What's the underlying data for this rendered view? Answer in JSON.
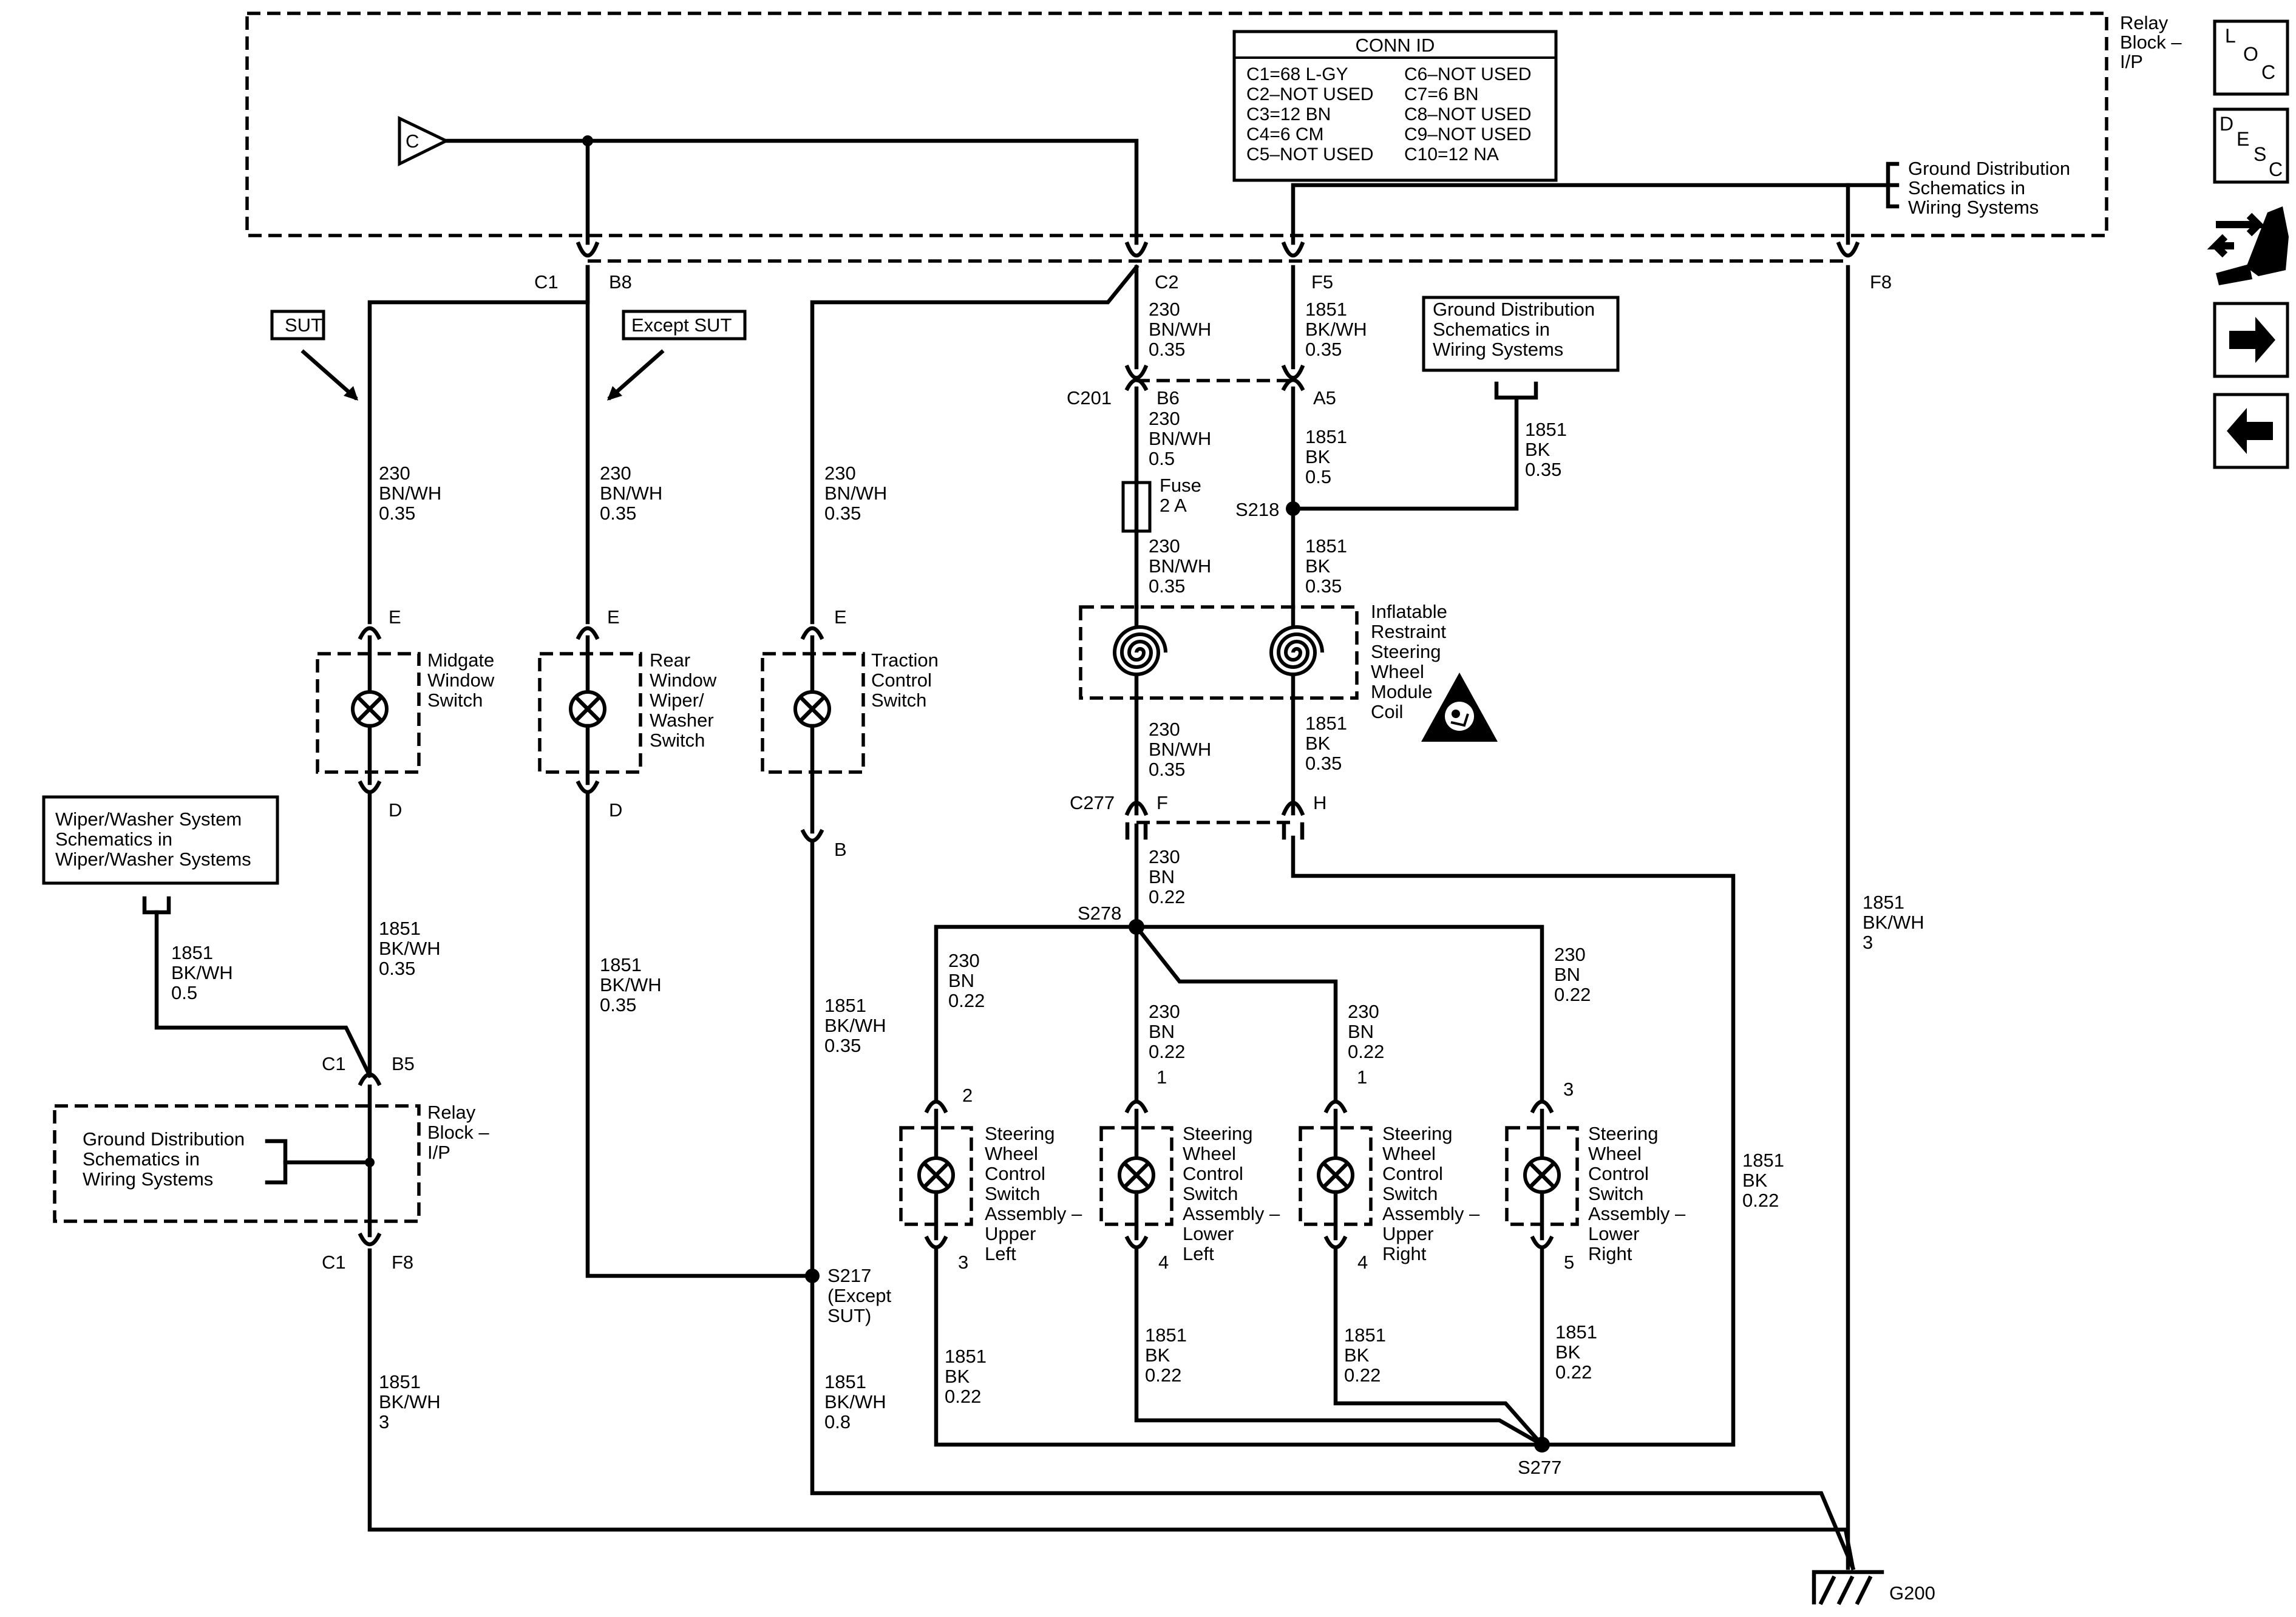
{
  "relay_block": {
    "label_lines": [
      "Relay",
      "Block –",
      "I/P"
    ],
    "input_label": "C"
  },
  "conn_id": {
    "header": "CONN ID",
    "left": [
      "C1=68 L-GY",
      "C2–NOT USED",
      "C3=12 BN",
      "C4=6 CM",
      "C5–NOT USED"
    ],
    "right": [
      "C6–NOT USED",
      "C7=6 BN",
      "C8–NOT USED",
      "C9–NOT USED",
      "C10=12 NA"
    ]
  },
  "references": {
    "ground_top": [
      "Ground Distribution",
      "Schematics in",
      "Wiring Systems"
    ],
    "ground_mid": [
      "Ground Distribution",
      "Schematics in",
      "Wiring Systems"
    ],
    "ground_left": [
      "Ground Distribution",
      "Schematics in",
      "Wiring Systems"
    ],
    "wiper_washer": [
      "Wiper/Washer System",
      "Schematics in",
      "Wiper/Washer Systems"
    ]
  },
  "option_tags": {
    "sut": "SUT",
    "except_sut": "Except SUT"
  },
  "connectors": {
    "c1": "C1",
    "b8": "B8",
    "c2": "C2",
    "f5": "F5",
    "f8": "F8",
    "c201": "C201",
    "b6": "B6",
    "a5": "A5",
    "c277": "C277",
    "f": "F",
    "h": "H",
    "b5": "B5",
    "e": "E",
    "d": "D",
    "b": "B"
  },
  "splices": {
    "s218": "S218",
    "s278": "S278",
    "s217": [
      "S217",
      "(Except",
      "SUT)"
    ],
    "s277": "S277"
  },
  "ground": "G200",
  "fuse": [
    "Fuse",
    "2 A"
  ],
  "coil": [
    "Inflatable",
    "Restraint",
    "Steering",
    "Wheel",
    "Module",
    "Coil"
  ],
  "wires": {
    "w230_bnwh_035": [
      "230",
      "BN/WH",
      "0.35"
    ],
    "w230_bnwh_05": [
      "230",
      "BN/WH",
      "0.5"
    ],
    "w1851_bkwh_035": [
      "1851",
      "BK/WH",
      "0.35"
    ],
    "w1851_bkwh_05": [
      "1851",
      "BK/WH",
      "0.5"
    ],
    "w1851_bkwh_08": [
      "1851",
      "BK/WH",
      "0.8"
    ],
    "w1851_bkwh_3": [
      "1851",
      "BK/WH",
      "3"
    ],
    "w1851_bk_05": [
      "1851",
      "BK",
      "0.5"
    ],
    "w1851_bk_035": [
      "1851",
      "BK",
      "0.35"
    ],
    "w1851_bk_022": [
      "1851",
      "BK",
      "0.22"
    ],
    "w230_bn_022": [
      "230",
      "BN",
      "0.22"
    ]
  },
  "switches": {
    "midgate": [
      "Midgate",
      "Window",
      "Switch"
    ],
    "rear_wiper": [
      "Rear",
      "Window",
      "Wiper/",
      "Washer",
      "Switch"
    ],
    "traction": [
      "Traction",
      "Control",
      "Switch"
    ],
    "upper_left": [
      "Steering",
      "Wheel",
      "Control",
      "Switch",
      "Assembly –",
      "Upper",
      "Left"
    ],
    "lower_left": [
      "Steering",
      "Wheel",
      "Control",
      "Switch",
      "Assembly –",
      "Lower",
      "Left"
    ],
    "upper_right": [
      "Steering",
      "Wheel",
      "Control",
      "Switch",
      "Assembly –",
      "Upper",
      "Right"
    ],
    "lower_right": [
      "Steering",
      "Wheel",
      "Control",
      "Switch",
      "Assembly –",
      "Lower",
      "Right"
    ]
  },
  "pins": {
    "p1": "1",
    "p2": "2",
    "p3": "3",
    "p4": "4",
    "p5": "5"
  },
  "nav": {
    "loc": [
      "L",
      "O",
      "C"
    ],
    "desc": [
      "D",
      "E",
      "S",
      "C"
    ]
  }
}
